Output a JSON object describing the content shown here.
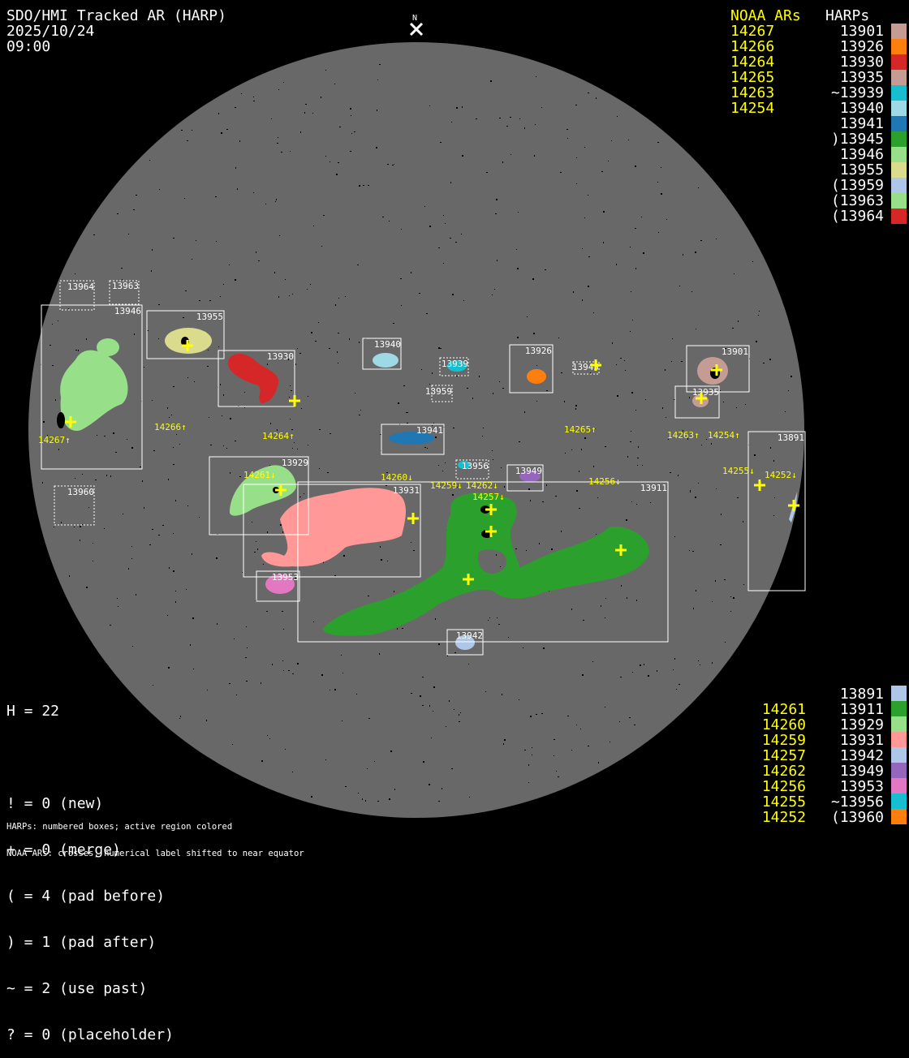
{
  "header": {
    "title": "SDO/HMI Tracked AR (HARP)",
    "date": "2025/10/24",
    "time": "09:00",
    "north_label": "N"
  },
  "top_legend": {
    "noaa_header": "NOAA ARs",
    "harps_header": "HARPs",
    "noaa": [
      "14267",
      "14266",
      "14264",
      "14265",
      "14263",
      "14254"
    ],
    "harps": [
      {
        "label": "13901",
        "color": "#c49c94"
      },
      {
        "label": "13926",
        "color": "#ff7f0e"
      },
      {
        "label": "13930",
        "color": "#d62728"
      },
      {
        "label": "13935",
        "color": "#c49c94"
      },
      {
        "label": "~13939",
        "color": "#17becf"
      },
      {
        "label": "13940",
        "color": "#9edae5"
      },
      {
        "label": "13941",
        "color": "#1f77b4"
      },
      {
        "label": ")13945",
        "color": "#2ca02c"
      },
      {
        "label": "13946",
        "color": "#98df8a"
      },
      {
        "label": "13955",
        "color": "#dbdb8d"
      },
      {
        "label": "(13959",
        "color": "#aec7e8"
      },
      {
        "label": "(13963",
        "color": "#98df8a"
      },
      {
        "label": "(13964",
        "color": "#d62728"
      }
    ]
  },
  "bottom_legend": {
    "noaa": [
      "",
      "14261",
      "14260",
      "14259",
      "14257",
      "14262",
      "14256",
      "14255",
      "14252"
    ],
    "harps": [
      {
        "label": "13891",
        "color": "#aec7e8"
      },
      {
        "label": "13911",
        "color": "#2ca02c"
      },
      {
        "label": "13929",
        "color": "#98df8a"
      },
      {
        "label": "13931",
        "color": "#ff9896"
      },
      {
        "label": "13942",
        "color": "#aec7e8"
      },
      {
        "label": "13949",
        "color": "#9467bd"
      },
      {
        "label": "13953",
        "color": "#e377c2"
      },
      {
        "label": "~13956",
        "color": "#17becf"
      },
      {
        "label": "(13960",
        "color": "#ff7f0e"
      }
    ]
  },
  "stats": {
    "h_count": "H = 22",
    "lines": [
      "! = 0 (new)",
      "+ = 0 (merge)",
      "( = 4 (pad before)",
      ") = 1 (pad after)",
      "~ = 2 (use past)",
      "? = 0 (placeholder)"
    ]
  },
  "footnotes": [
    "HARPs: numbered boxes; active region colored",
    "NOAA ARs: crosses; numerical label shifted to near equator"
  ],
  "disk": {
    "box_labels": {
      "b13964": "13964",
      "b13963": "13963",
      "b13946": "13946",
      "b13955": "13955",
      "b13930": "13930",
      "b13940": "13940",
      "b13939": "13939",
      "b13959": "13959",
      "b13926": "13926",
      "b13945": "13945",
      "b13901": "13901",
      "b13935": "13935",
      "b13941": "13941",
      "b13956": "13956",
      "b13949": "13949",
      "b13911": "13911",
      "b13929": "13929",
      "b13931": "13931",
      "b13953": "13953",
      "b13942": "13942",
      "b13891": "13891",
      "b13960": "13960"
    },
    "noaa_labels": {
      "n14267": "14267↑",
      "n14266": "14266↑",
      "n14264": "14264↑",
      "n14265": "14265↑",
      "n14263": "14263↑",
      "n14254": "14254↑",
      "n14255": "14255↓",
      "n14252": "14252↓",
      "n14261": "14261↓",
      "n14260": "14260↓",
      "n14259": "14259↓",
      "n14262": "14262↓",
      "n14257": "14257↓",
      "n14256": "14256↓"
    },
    "colors": {
      "disk": "#686868",
      "cross": "#ffff00",
      "box": "#ffffff"
    }
  }
}
